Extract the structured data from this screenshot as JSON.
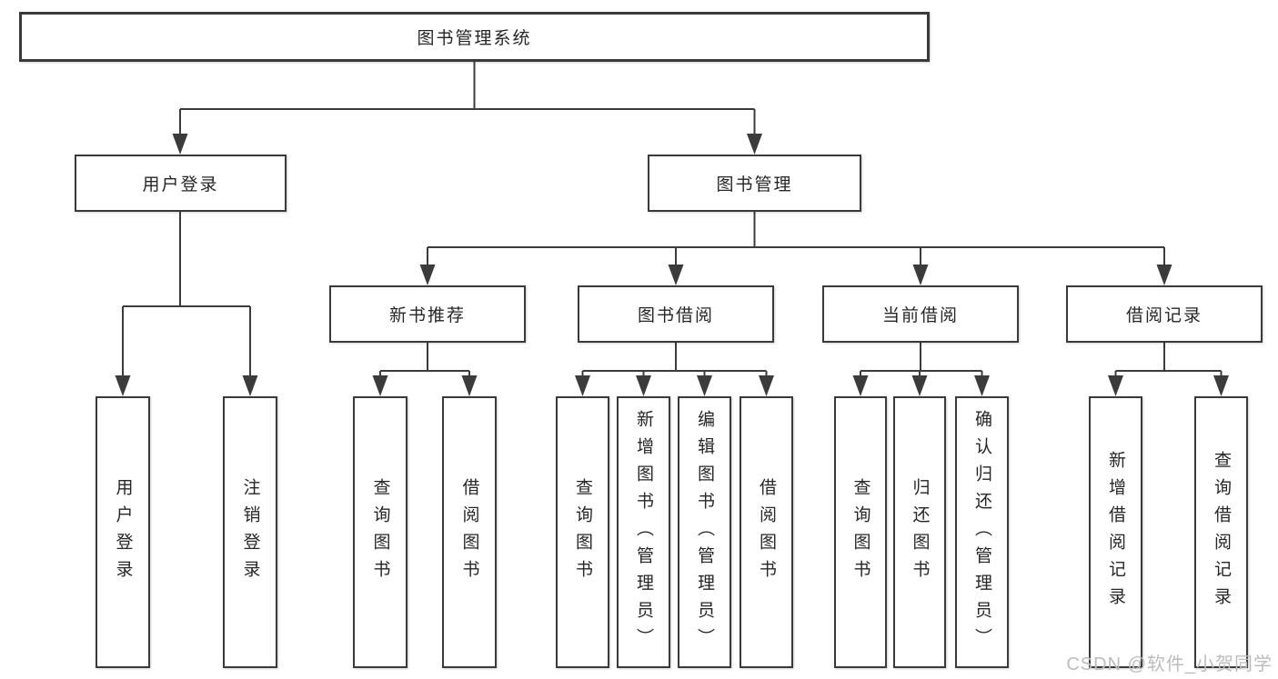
{
  "diagram_title": "图书管理系统",
  "tree": {
    "label": "图书管理系统",
    "children": [
      {
        "label": "用户登录",
        "children": [
          {
            "label": "用户登录"
          },
          {
            "label": "注销登录"
          }
        ]
      },
      {
        "label": "图书管理",
        "children": [
          {
            "label": "新书推荐",
            "children": [
              {
                "label": "查询图书"
              },
              {
                "label": "借阅图书"
              }
            ]
          },
          {
            "label": "图书借阅",
            "children": [
              {
                "label": "查询图书"
              },
              {
                "label": "新增图书（管理员）"
              },
              {
                "label": "编辑图书（管理员）"
              },
              {
                "label": "借阅图书"
              }
            ]
          },
          {
            "label": "当前借阅",
            "children": [
              {
                "label": "查询图书"
              },
              {
                "label": "归还图书"
              },
              {
                "label": "确认归还（管理员）"
              }
            ]
          },
          {
            "label": "借阅记录",
            "children": [
              {
                "label": "新增借阅记录"
              },
              {
                "label": "查询借阅记录"
              }
            ]
          }
        ]
      }
    ]
  },
  "watermark": "CSDN @软件_小贺同学",
  "colors": {
    "line": "#3b3b3b",
    "box_border": "#3a3a3a",
    "text": "#262626",
    "watermark": "#bcbcbc",
    "background": "#ffffff"
  }
}
